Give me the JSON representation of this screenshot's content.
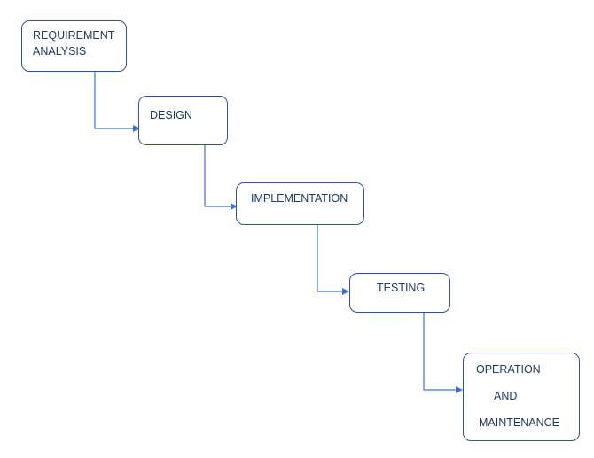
{
  "diagram": {
    "stages": [
      {
        "id": "requirement-analysis",
        "lines": [
          "REQUIREMENT",
          "ANALYSIS"
        ]
      },
      {
        "id": "design",
        "lines": [
          "DESIGN"
        ]
      },
      {
        "id": "implementation",
        "lines": [
          "IMPLEMENTATION"
        ]
      },
      {
        "id": "testing",
        "lines": [
          "TESTING"
        ]
      },
      {
        "id": "operation-and-maintenance",
        "lines": [
          "OPERATION",
          "AND",
          "MAINTENANCE"
        ]
      }
    ],
    "connections": [
      {
        "from": "requirement-analysis",
        "to": "design"
      },
      {
        "from": "design",
        "to": "implementation"
      },
      {
        "from": "implementation",
        "to": "testing"
      },
      {
        "from": "testing",
        "to": "operation-and-maintenance"
      }
    ],
    "colors": {
      "box_border": "#2f5597",
      "text": "#1f3864",
      "connector": "#4472c4",
      "background": "#ffffff"
    }
  }
}
